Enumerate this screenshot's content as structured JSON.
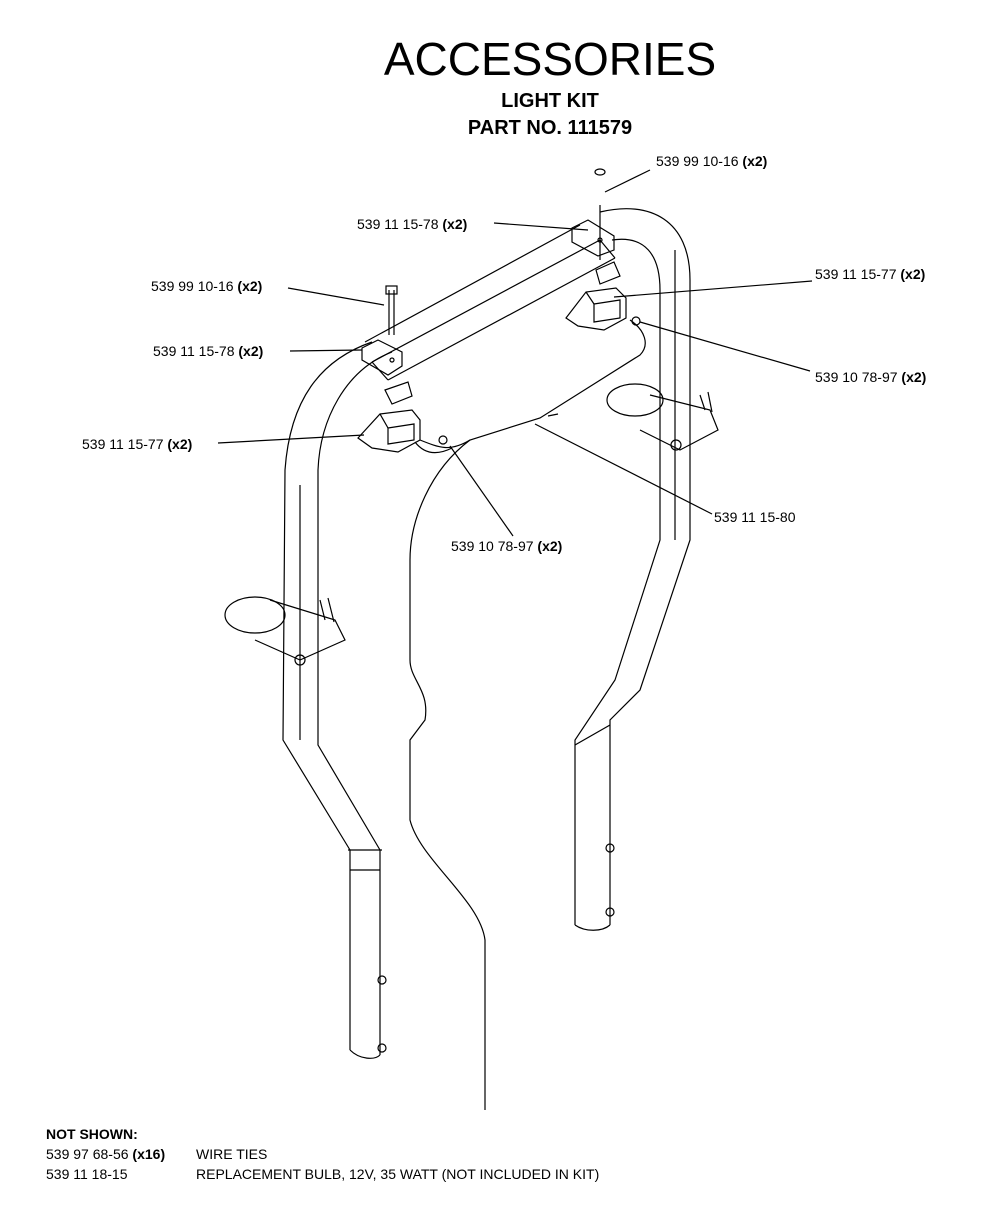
{
  "header": {
    "title": "ACCESSORIES",
    "subtitle": "LIGHT KIT",
    "part_no": "PART NO. 111579"
  },
  "callouts": [
    {
      "pn": "539 99 10-16",
      "qty": "(x2)"
    },
    {
      "pn": "539 11 15-78",
      "qty": "(x2)"
    },
    {
      "pn": "539 11 15-77",
      "qty": "(x2)"
    },
    {
      "pn": "539 99 10-16",
      "qty": "(x2)"
    },
    {
      "pn": "539 11 15-78",
      "qty": "(x2)"
    },
    {
      "pn": "539 10 78-97",
      "qty": "(x2)"
    },
    {
      "pn": "539 11 15-77",
      "qty": "(x2)"
    },
    {
      "pn": "539 11 15-80",
      "qty": ""
    },
    {
      "pn": "539 10 78-97",
      "qty": "(x2)"
    }
  ],
  "not_shown": {
    "heading": "NOT SHOWN:",
    "items": [
      {
        "pn": "539 97 68-56",
        "qty": "(x16)",
        "desc": "WIRE TIES"
      },
      {
        "pn": "539 11 18-15",
        "qty": "",
        "desc": "REPLACEMENT BULB, 12V, 35 WATT (NOT INCLUDED IN KIT)"
      }
    ]
  }
}
